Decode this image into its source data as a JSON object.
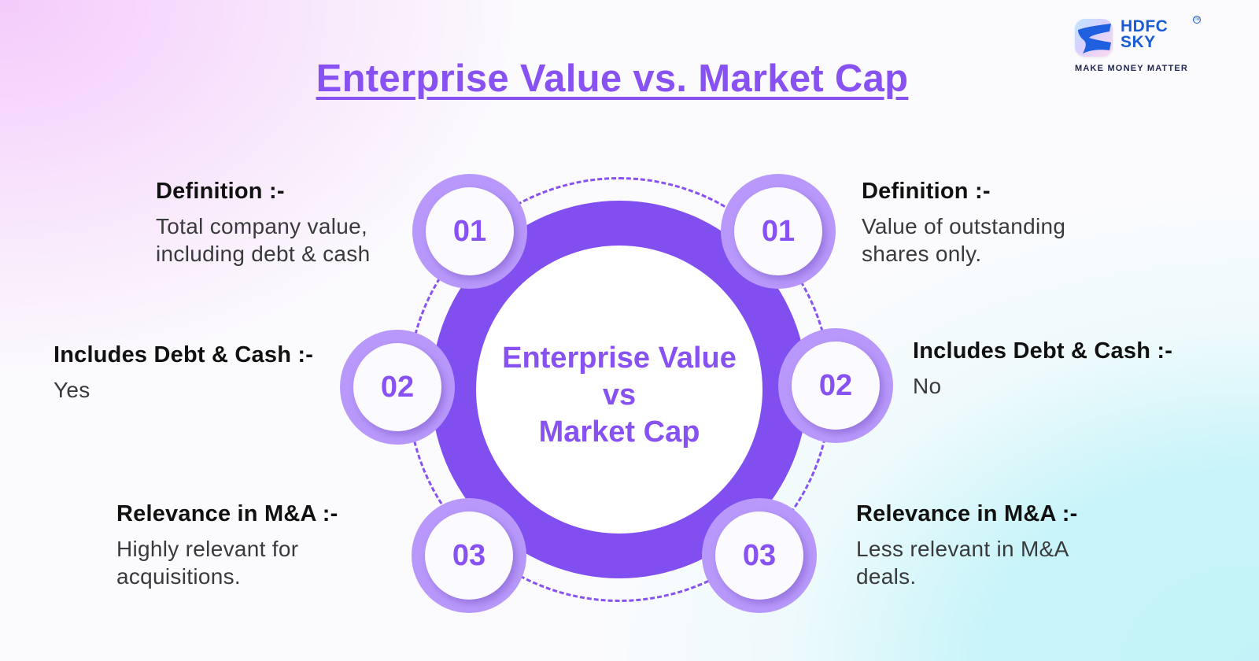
{
  "brand": {
    "name_line1": "HDFC",
    "name_line2": "SKY",
    "tagline": "MAKE MONEY MATTER",
    "trademark": "TM",
    "colors": {
      "primary": "#1a5bd6",
      "tagline": "#1e2450"
    }
  },
  "title": "Enterprise Value vs. Market Cap",
  "center": {
    "line1": "Enterprise Value",
    "line2": "vs",
    "line3": "Market Cap"
  },
  "colors": {
    "accent": "#8752f1",
    "ring": "#814ef0",
    "node_outer": "#b899fb",
    "node_inner": "#fbfaff",
    "bg_top_left": "#f4cbfb",
    "bg_bottom_right": "#c3f3f8"
  },
  "left": {
    "items": [
      {
        "number": "01",
        "heading": "Definition :-",
        "body_line1": "Total company value,",
        "body_line2": "including debt & cash"
      },
      {
        "number": "02",
        "heading": "Includes Debt & Cash :-",
        "body_line1": "Yes",
        "body_line2": ""
      },
      {
        "number": "03",
        "heading": "Relevance in M&A :-",
        "body_line1": "Highly relevant for",
        "body_line2": "acquisitions."
      }
    ]
  },
  "right": {
    "items": [
      {
        "number": "01",
        "heading": "Definition :-",
        "body_line1": "Value of outstanding",
        "body_line2": "shares only."
      },
      {
        "number": "02",
        "heading": "Includes Debt & Cash :-",
        "body_line1": "No",
        "body_line2": ""
      },
      {
        "number": "03",
        "heading": "Relevance in M&A :-",
        "body_line1": "Less relevant in M&A",
        "body_line2": "deals."
      }
    ]
  }
}
